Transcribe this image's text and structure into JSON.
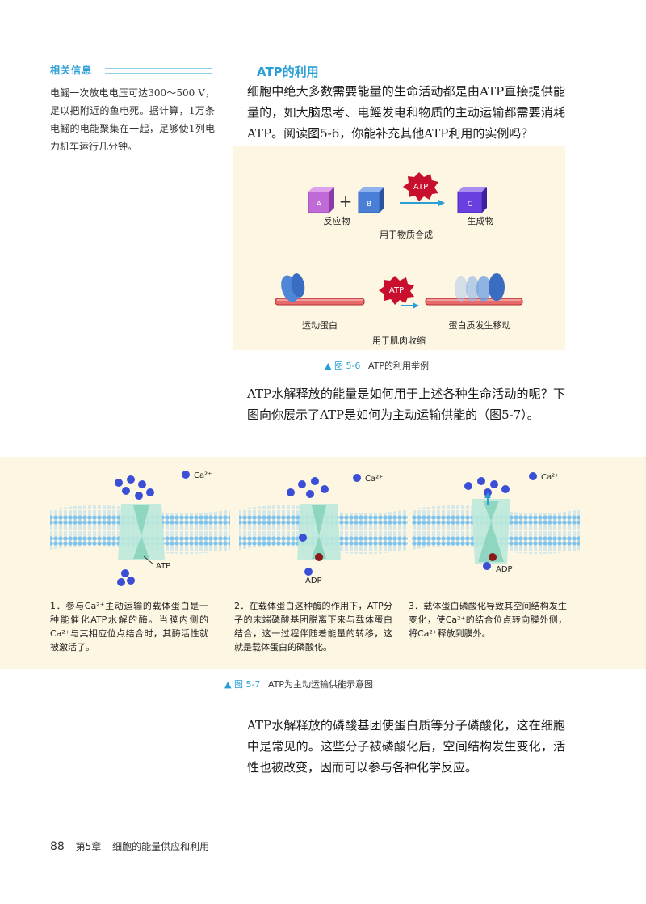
{
  "sidebar": {
    "title": "相关信息",
    "text": "电鳐一次放电电压可达300～500 V，足以把附近的鱼电死。据计算，1万条电鳐的电能聚集在一起，足够使1列电力机车运行几分钟。"
  },
  "section": {
    "title": "ATP的利用"
  },
  "paragraphs": {
    "p1": "细胞中绝大多数需要能量的生命活动都是由ATP直接提供能量的，如大脑思考、电鳐发电和物质的主动运输都需要消耗ATP。阅读图5-6，你能补充其他ATP利用的实例吗？",
    "p2": "ATP水解释放的能量是如何用于上述各种生命活动的呢？下图向你展示了ATP是如何为主动运输供能的（图5-7）。",
    "p3": "ATP水解释放的磷酸基团使蛋白质等分子磷酸化，这在细胞中是常见的。这些分子被磷酸化后，空间结构发生变化，活性也被改变，因而可以参与各种化学反应。"
  },
  "figure_5_6": {
    "caption_num": "图 5-6",
    "caption_text": "ATP的利用举例",
    "box_a": "A",
    "box_b": "B",
    "box_c": "C",
    "plus": "+",
    "atp_label_1": "ATP",
    "reactant_label": "反应物",
    "product_label": "生成物",
    "synthesis_label": "用于物质合成",
    "atp_label_2": "ATP",
    "motor_protein_label": "运动蛋白",
    "protein_move_label": "蛋白质发生移动",
    "muscle_label": "用于肌肉收缩"
  },
  "figure_5_7": {
    "caption_num": "图 5-7",
    "caption_text": "ATP为主动运输供能示意图",
    "ion_label_1": "Ca²⁺",
    "ion_label_2": "Ca²⁺",
    "ion_label_3": "Ca²⁺",
    "atp_label": "ATP",
    "adp_label_2": "ADP",
    "adp_label_3": "ADP",
    "step1": "1．参与Ca²⁺主动运输的载体蛋白是一种能催化ATP水解的酶。当膜内侧的Ca²⁺与其相应位点结合时，其酶活性就被激活了。",
    "step2": "2．在载体蛋白这种酶的作用下，ATP分子的末端磷酸基团脱离下来与载体蛋白结合，这一过程伴随着能量的转移，这就是载体蛋白的磷酸化。",
    "step3": "3．载体蛋白磷酸化导致其空间结构发生变化，使Ca²⁺的结合位点转向膜外侧，将Ca²⁺释放到膜外。"
  },
  "footer": {
    "page_number": "88",
    "chapter": "第5章",
    "chapter_title": "细胞的能量供应和利用"
  },
  "colors": {
    "accent": "#2a9fd6",
    "figure_bg": "#fdf6e2",
    "starburst": "#c8102e"
  }
}
